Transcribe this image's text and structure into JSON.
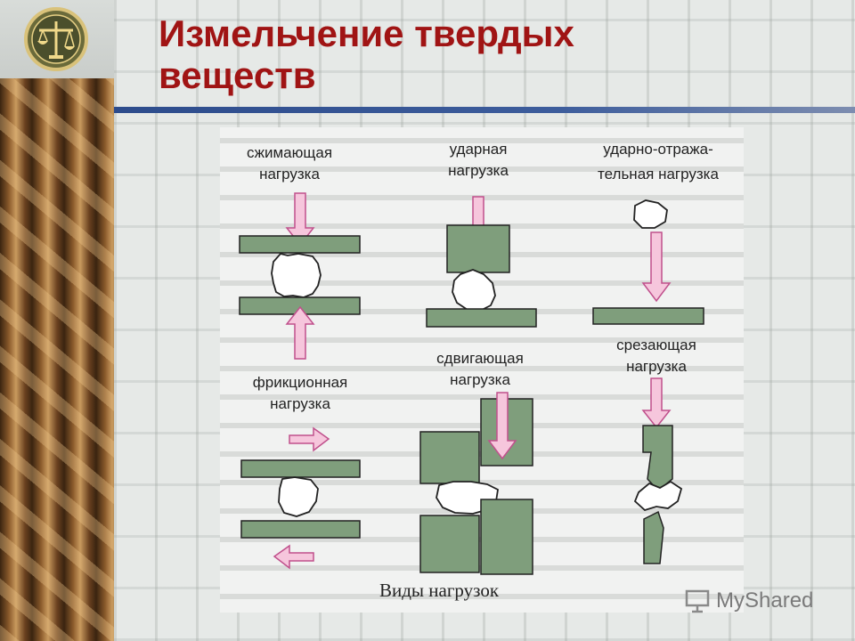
{
  "slide": {
    "title": "Измельчение твердых\nвеществ",
    "figure": {
      "labels": {
        "compressive": [
          "сжимающая",
          "нагрузка"
        ],
        "impact": [
          "ударная",
          "нагрузка"
        ],
        "impact_reflective": [
          "ударно-отража-",
          "тельная нагрузка"
        ],
        "shear": [
          "срезающая",
          "нагрузка"
        ],
        "sliding": [
          "сдвигающая",
          "нагрузка"
        ],
        "friction": [
          "фрикционная",
          "нагрузка"
        ]
      },
      "caption": "Виды нагрузок",
      "colors": {
        "plate": "#7f9e7c",
        "arrow_fill": "#f6c6dc",
        "arrow_stroke": "#c0508c"
      }
    },
    "watermark": "MyShared"
  }
}
